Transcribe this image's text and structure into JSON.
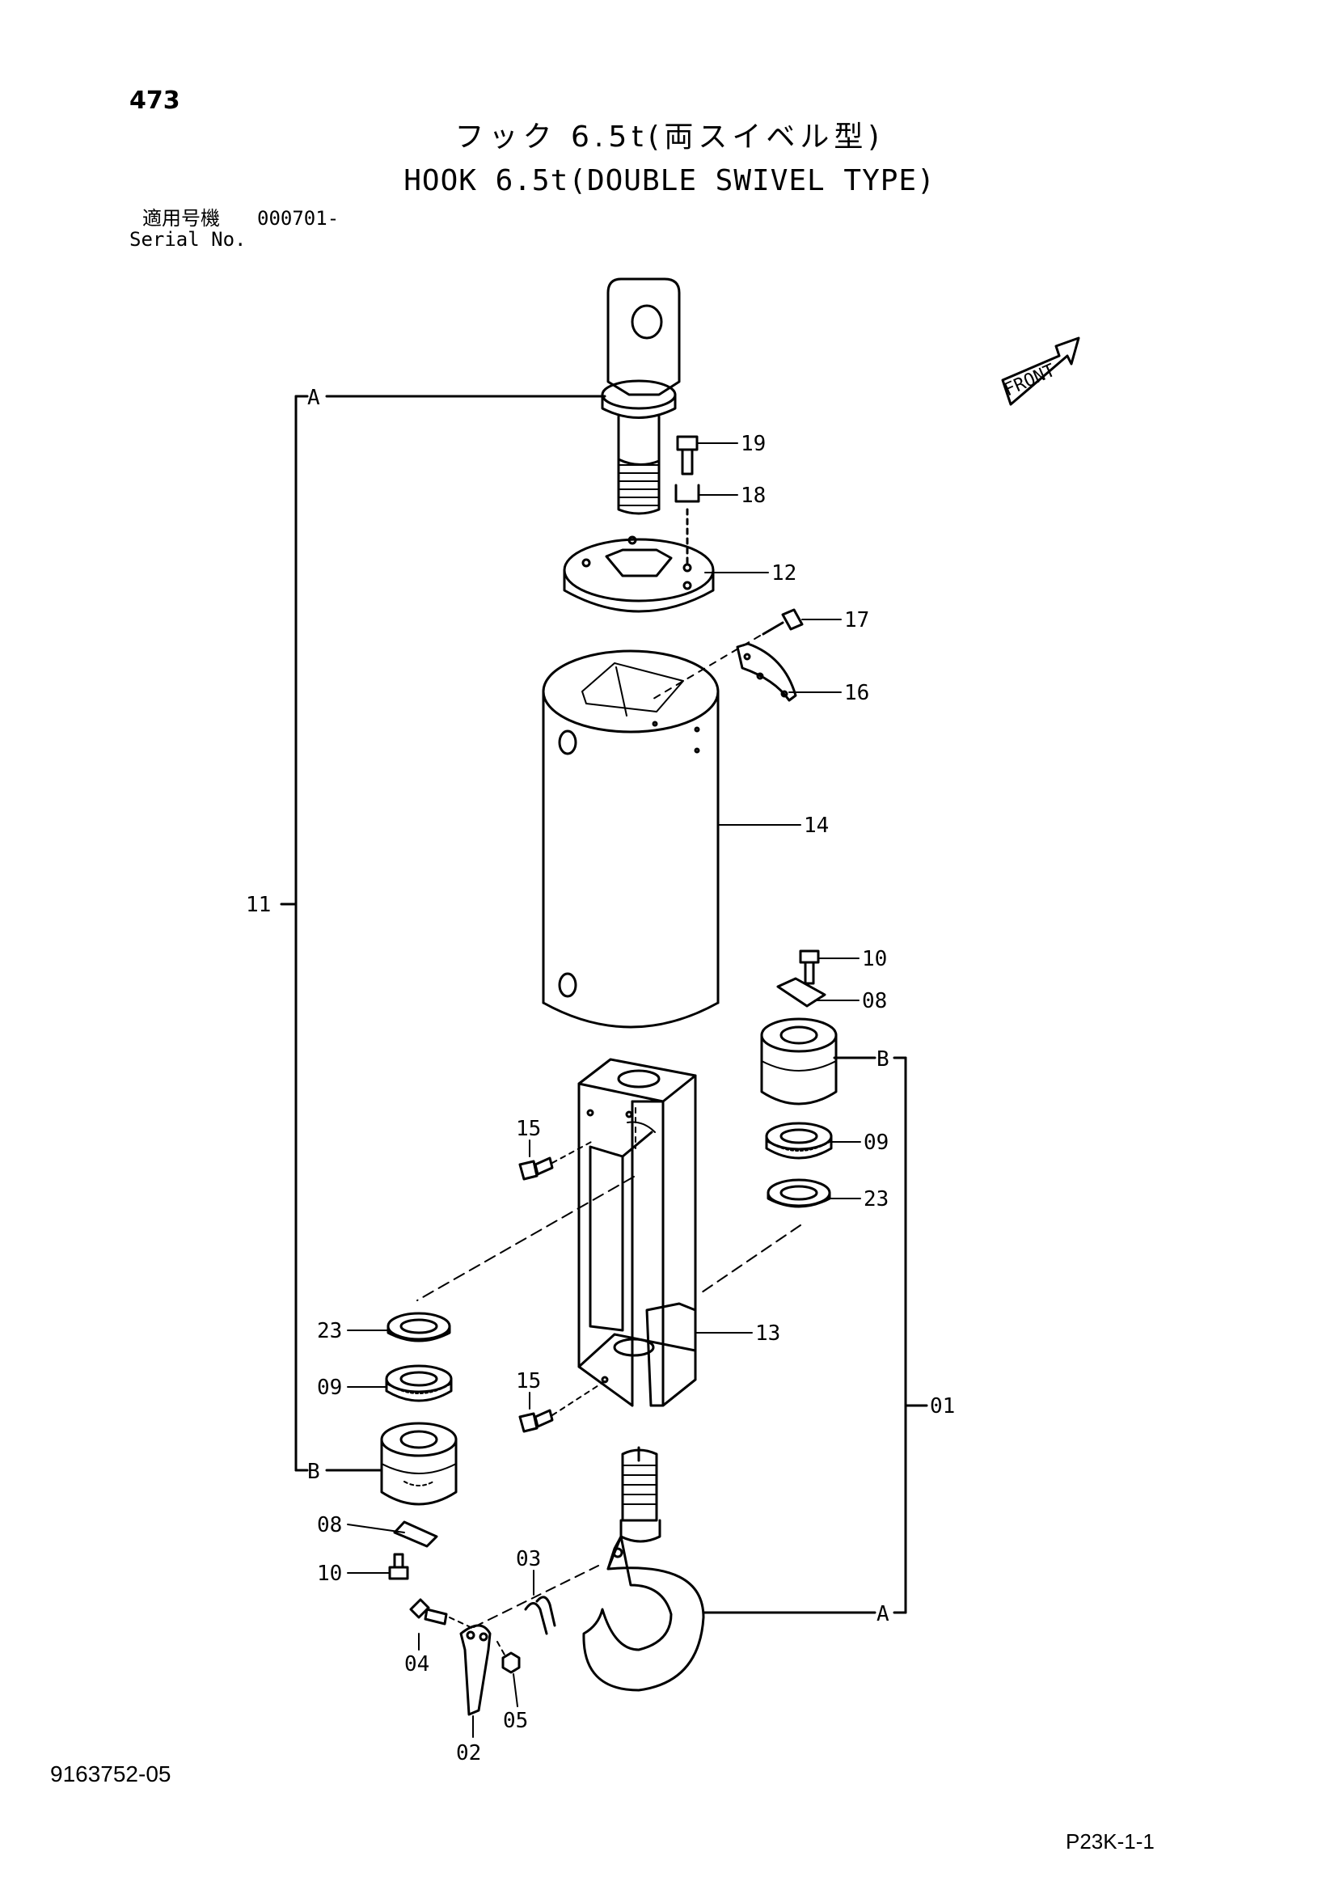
{
  "header": {
    "page_number": "473",
    "title_jp": "フック 6.5t(両スイベル型)",
    "title_en": "HOOK 6.5t(DOUBLE SWIVEL TYPE)",
    "serial_label_jp": "適用号機",
    "serial_value": "000701-",
    "serial_label_en": "Serial No."
  },
  "front_arrow_label": "FRONT",
  "callouts": {
    "c19": "19",
    "c18": "18",
    "c12": "12",
    "c17": "17",
    "c16": "16",
    "c14": "14",
    "c11": "11",
    "c10a": "10",
    "c08a": "08",
    "c09a": "09",
    "c23a": "23",
    "c15a": "15",
    "c13": "13",
    "c23b": "23",
    "c09b": "09",
    "c15b": "15",
    "c01": "01",
    "c08b": "08",
    "c03": "03",
    "c10b": "10",
    "c04": "04",
    "c05": "05",
    "c02": "02"
  },
  "bracket_labels": {
    "a_top": "A",
    "b_left": "B",
    "b_right": "B",
    "a_bottom": "A"
  },
  "footer": {
    "doc_number": "9163752-05",
    "page_ref": "P23K-1-1"
  }
}
